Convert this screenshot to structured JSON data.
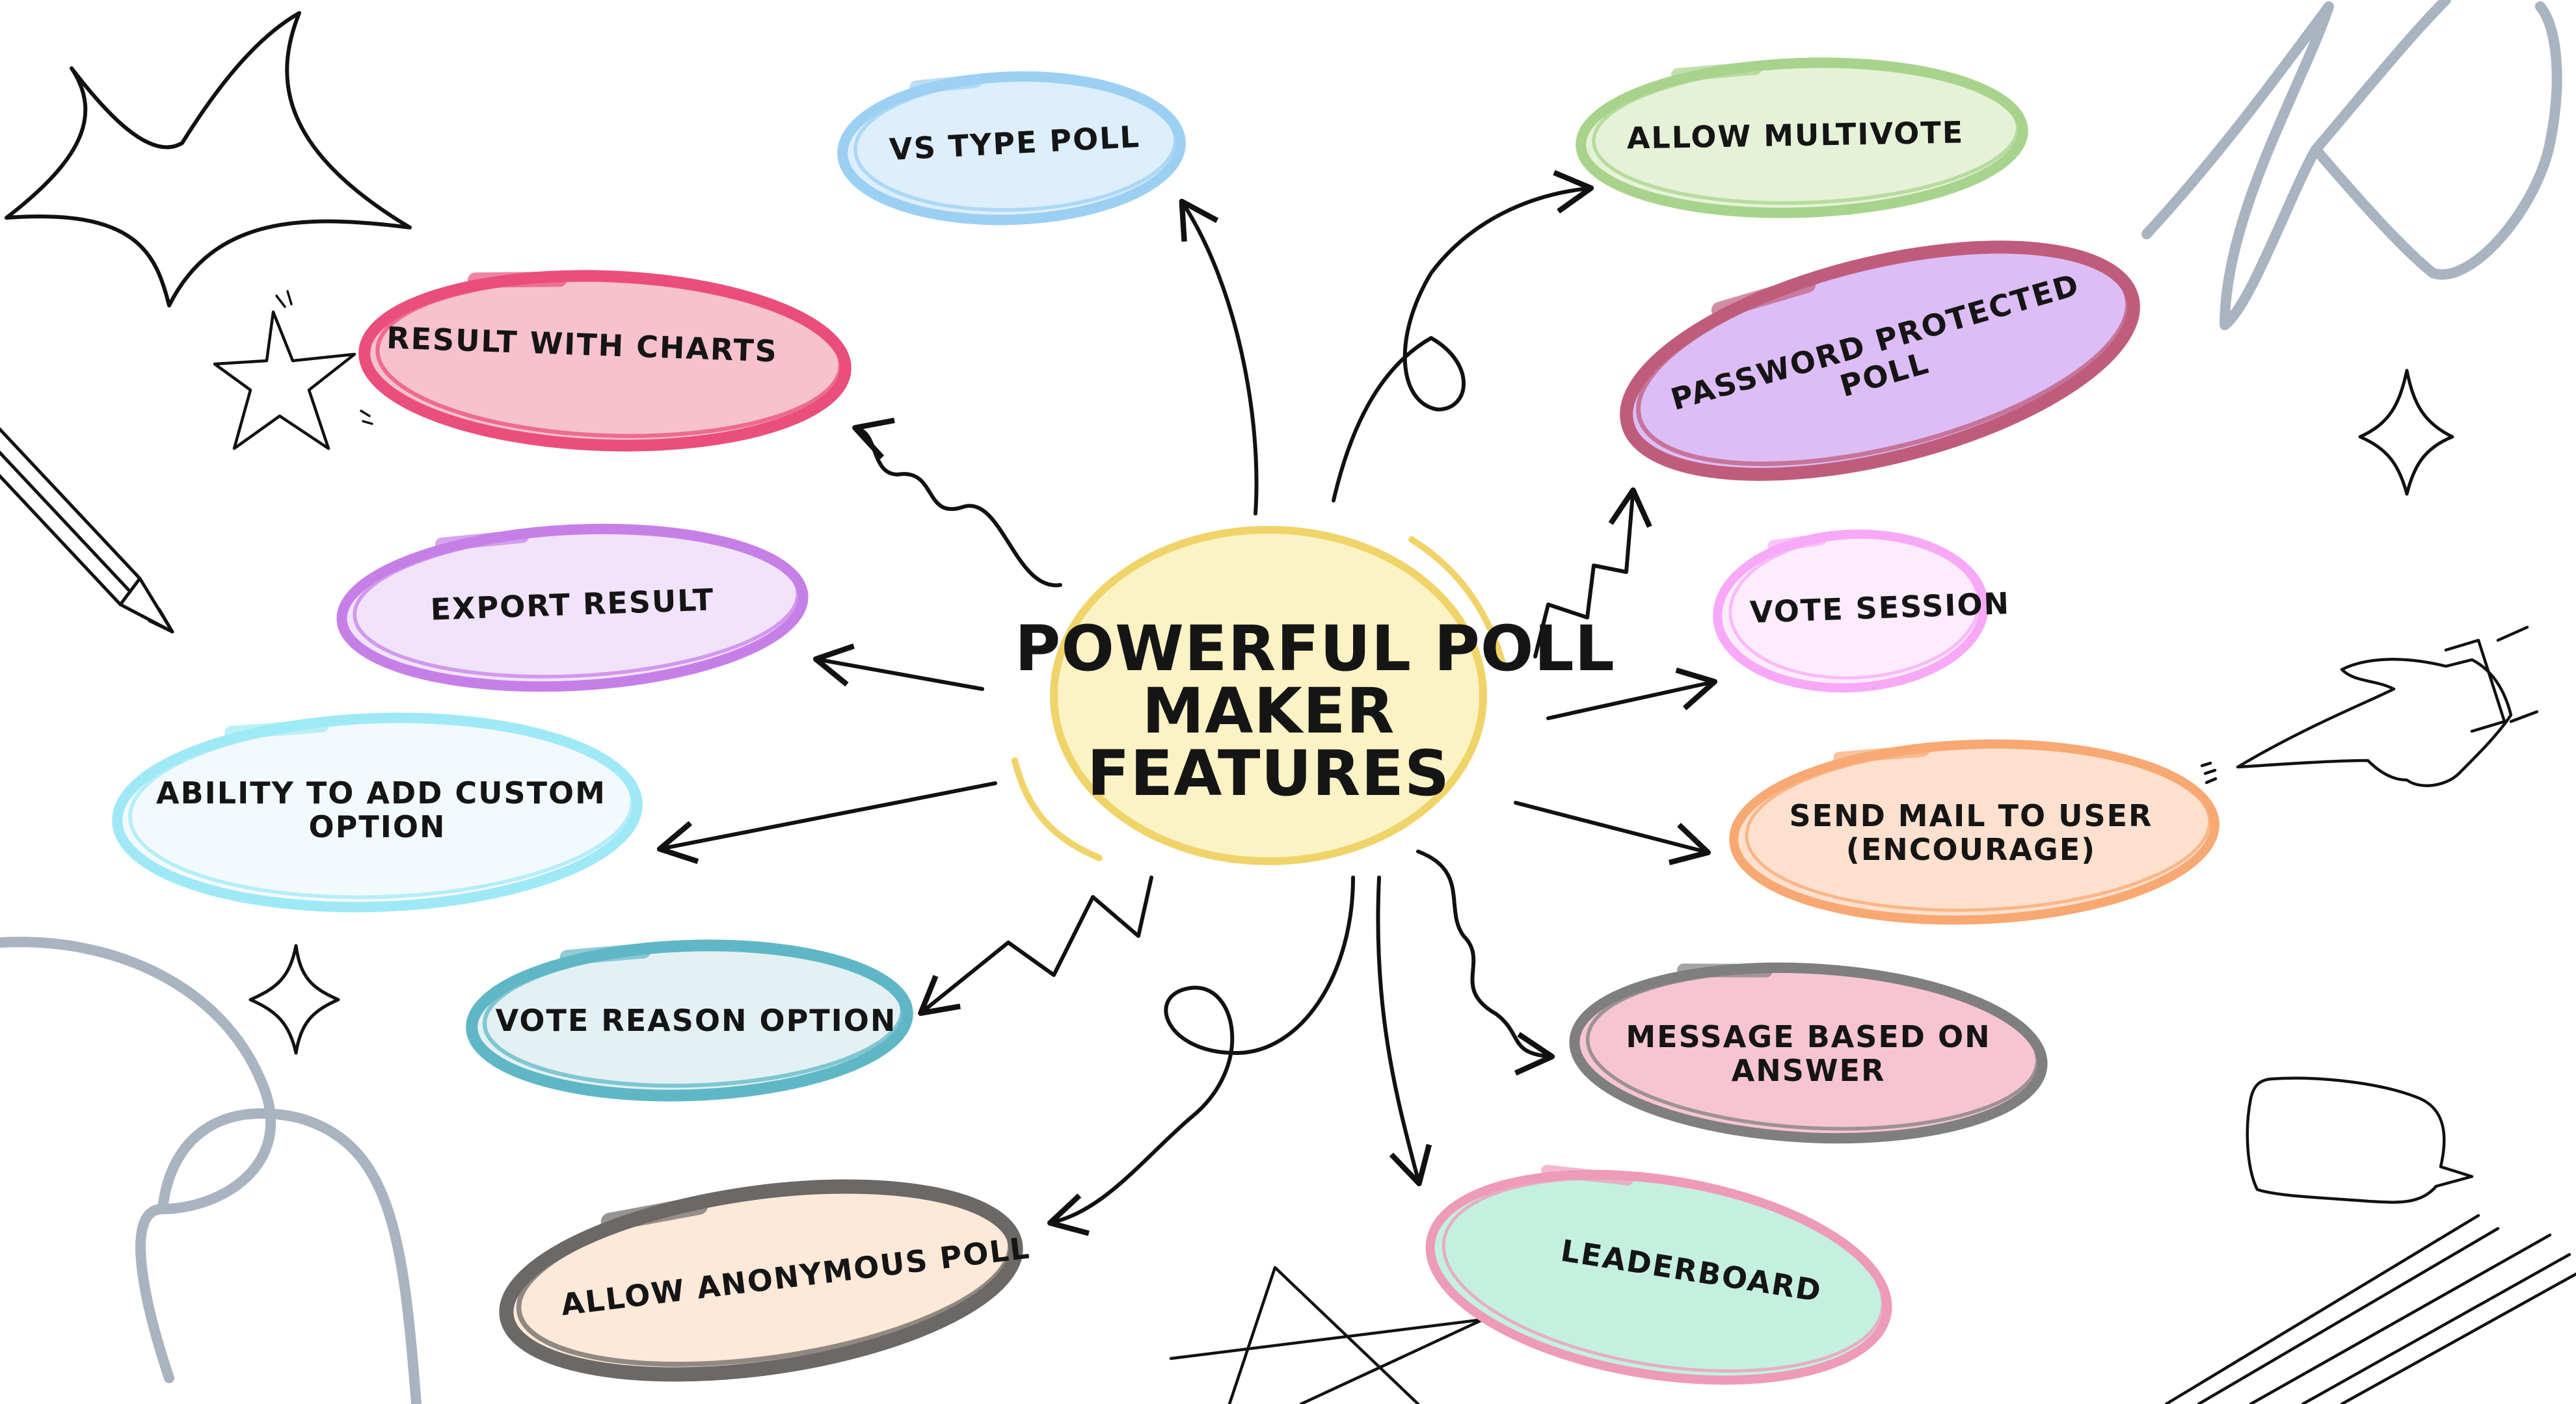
{
  "central": {
    "title_lines": [
      "Powerful Poll",
      "Maker",
      "Features"
    ],
    "fill": "#fbf3c4",
    "stroke": "#f0d46a"
  },
  "features": [
    {
      "id": "vs-type-poll",
      "lines": [
        "VS Type Poll"
      ],
      "fill": "#ddeefc",
      "stroke": "#9cd0f3"
    },
    {
      "id": "allow-multivote",
      "lines": [
        "Allow Multivote"
      ],
      "fill": "#e6f2d8",
      "stroke": "#a8d38c"
    },
    {
      "id": "result-with-charts",
      "lines": [
        "Result with charts"
      ],
      "fill": "#f7c1ce",
      "stroke": "#ea4e7c"
    },
    {
      "id": "password-protected-poll",
      "lines": [
        "Password protected",
        "poll"
      ],
      "fill": "#ddbdf6",
      "stroke": "#bf5c7c"
    },
    {
      "id": "export-result",
      "lines": [
        "Export result"
      ],
      "fill": "#f1e3fb",
      "stroke": "#c77fe8"
    },
    {
      "id": "vote-session",
      "lines": [
        "Vote session"
      ],
      "fill": "#fcecfd",
      "stroke": "#f7a9f7"
    },
    {
      "id": "ability-to-add-custom-option",
      "lines": [
        "Ability to add custom",
        "option"
      ],
      "fill": "#f3fafe",
      "stroke": "#9fe9f7"
    },
    {
      "id": "send-mail-to-user",
      "lines": [
        "Send mail to user",
        "(encourage)"
      ],
      "fill": "#fde0cd",
      "stroke": "#f8a872"
    },
    {
      "id": "vote-reason-option",
      "lines": [
        "Vote reason option"
      ],
      "fill": "#e3f1f4",
      "stroke": "#5fb7c6"
    },
    {
      "id": "message-based-on-answer",
      "lines": [
        "Message based on",
        "answer"
      ],
      "fill": "#f7c5d2",
      "stroke": "#7f7f7f"
    },
    {
      "id": "allow-anonymous-poll",
      "lines": [
        "Allow anonymous poll"
      ],
      "fill": "#fde9d8",
      "stroke": "#6b6866"
    },
    {
      "id": "leaderboard",
      "lines": [
        "Leaderboard"
      ],
      "fill": "#c5f0e0",
      "stroke": "#ee9ab9"
    }
  ]
}
